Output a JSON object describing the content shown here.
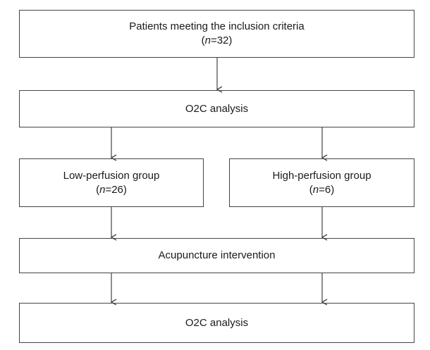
{
  "flowchart": {
    "patients": {
      "title": "Patients meeting the inclusion criteria",
      "n_prefix": "n",
      "n_value": "=32"
    },
    "o2c_first": {
      "title": "O2C analysis"
    },
    "low_group": {
      "title": "Low-perfusion group",
      "n_prefix": "n",
      "n_value": "=26"
    },
    "high_group": {
      "title": "High-perfusion group",
      "n_prefix": "n",
      "n_value": "=6"
    },
    "acupuncture": {
      "title": "Acupuncture intervention"
    },
    "o2c_second": {
      "title": "O2C analysis"
    }
  },
  "colors": {
    "stroke": "#444444",
    "text": "#1a1a1a"
  }
}
